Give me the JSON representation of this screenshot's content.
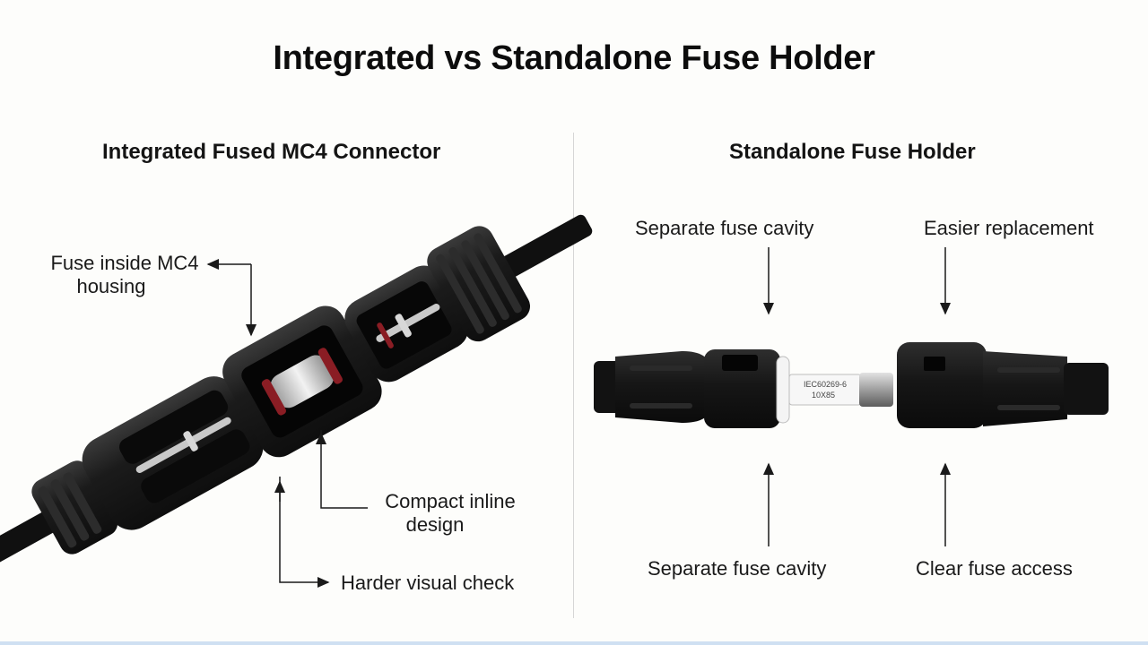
{
  "title": "Integrated vs Standalone Fuse Holder",
  "left_panel": {
    "title": "Integrated Fused MC4 Connector",
    "labels": {
      "fuse_inside_line1": "Fuse inside MC4",
      "fuse_inside_line2": "housing",
      "compact_line1": "Compact inline",
      "compact_line2": "design",
      "harder_check": "Harder visual check"
    }
  },
  "right_panel": {
    "title": "Standalone Fuse Holder",
    "labels": {
      "top_left": "Separate fuse cavity",
      "top_right": "Easier replacement",
      "bottom_left": "Separate fuse cavity",
      "bottom_right": "Clear fuse access"
    },
    "fuse_marking_line1": "IEC60269-6",
    "fuse_marking_line2": "10X85"
  },
  "colors": {
    "connector_body": "#1b1b1b",
    "connector_highlight": "#3a3a3a",
    "seal_ring": "#8a1d24",
    "divider": "#d6d6d6"
  }
}
